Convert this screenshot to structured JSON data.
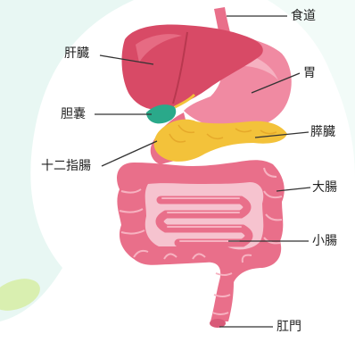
{
  "labels": {
    "esophagus": "食道",
    "liver": "肝臓",
    "stomach": "胃",
    "gallbladder": "胆嚢",
    "pancreas": "膵臓",
    "duodenum": "十二指腸",
    "large_intestine": "大腸",
    "small_intestine": "小腸",
    "anus": "肛門"
  },
  "colors": {
    "organ_pink": "#e96f8a",
    "organ_pink_light": "#f39db0",
    "liver_red": "#d84a66",
    "gallbladder_green": "#2aa98a",
    "pancreas_yellow": "#f3c23a",
    "background_mint": "#e8f7f3",
    "leader_line": "#333333"
  }
}
